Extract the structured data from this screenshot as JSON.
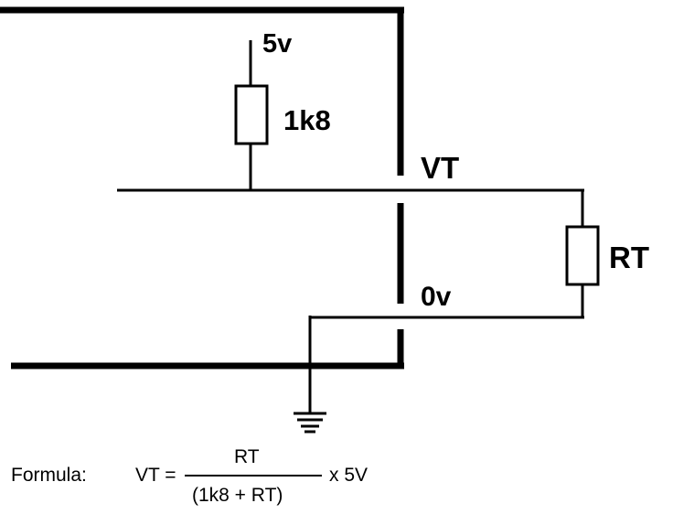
{
  "diagram": {
    "labels": {
      "supply": "5v",
      "fixed_resistor": "1k8",
      "output_node": "VT",
      "sensor_resistor": "RT",
      "ground_rail": "0v"
    },
    "formula": {
      "prefix": "Formula:",
      "lhs": "VT =",
      "numerator": "RT",
      "denominator": "(1k8 + RT)",
      "multiplier": "x 5V"
    }
  }
}
